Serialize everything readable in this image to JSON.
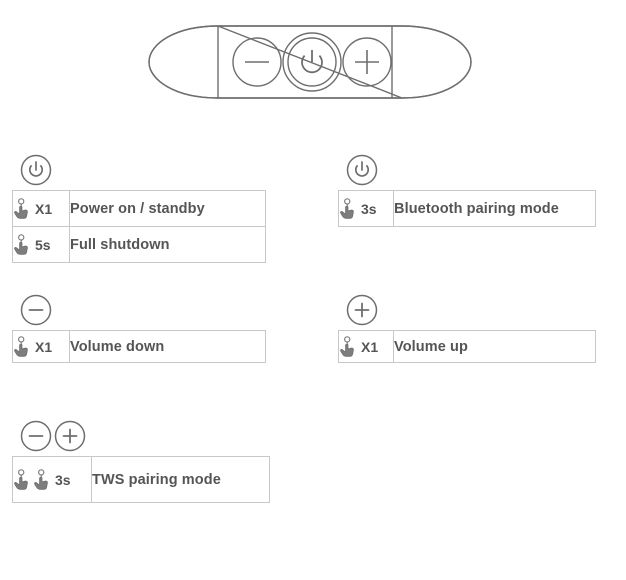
{
  "device": {
    "name": "earbud-control-bar",
    "buttons": [
      {
        "icon": "minus-icon",
        "label": "Volume down button"
      },
      {
        "icon": "power-icon",
        "label": "Power button"
      },
      {
        "icon": "plus-icon",
        "label": "Volume up button"
      }
    ]
  },
  "blocks": [
    {
      "key": "power",
      "button_icon": "power-icon",
      "rows": [
        {
          "taps": 1,
          "count": "X1",
          "action": "Power on / standby"
        },
        {
          "taps": 1,
          "count": "5s",
          "action": "Full shutdown"
        }
      ]
    },
    {
      "key": "bluetooth",
      "button_icon": "power-icon",
      "rows": [
        {
          "taps": 1,
          "count": "3s",
          "action": "Bluetooth pairing mode"
        }
      ]
    },
    {
      "key": "volume_down",
      "button_icon": "minus-icon",
      "rows": [
        {
          "taps": 1,
          "count": "X1",
          "action": "Volume down"
        }
      ]
    },
    {
      "key": "volume_up",
      "button_icon": "plus-icon",
      "rows": [
        {
          "taps": 1,
          "count": "X1",
          "action": "Volume up"
        }
      ]
    },
    {
      "key": "tws",
      "button_icon": "minus-plus-icons",
      "rows": [
        {
          "taps": 2,
          "count": "3s",
          "action": "TWS pairing mode"
        }
      ]
    }
  ],
  "colors": {
    "stroke": "#6e6e6e",
    "border": "#c8c8c8",
    "text": "#555555",
    "icon_fill": "#808080",
    "background": "#ffffff"
  }
}
